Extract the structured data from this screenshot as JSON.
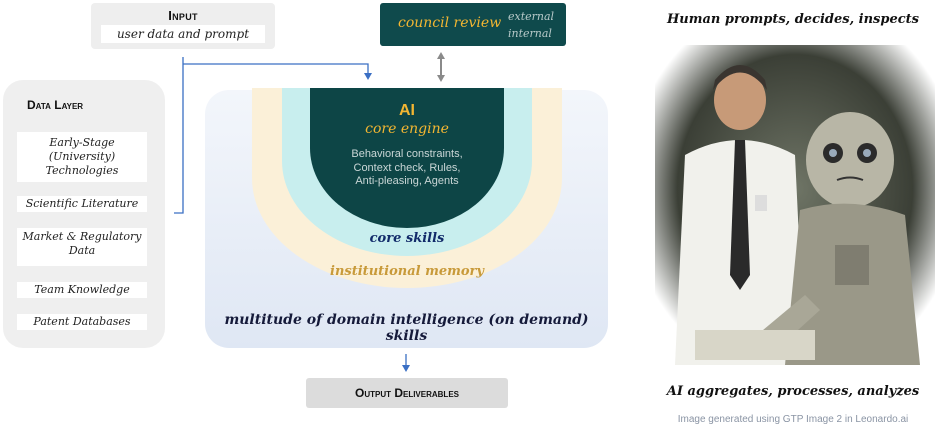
{
  "input": {
    "title": "Input",
    "subtitle": "user data and prompt"
  },
  "council": {
    "title": "council review",
    "external": "external",
    "internal": "internal"
  },
  "data_layer": {
    "title": "Data Layer",
    "items": [
      "Early-Stage (University) Technologies",
      "Scientific Literature",
      "Market & Regulatory Data",
      "Team Knowledge",
      "Patent Databases"
    ]
  },
  "core": {
    "ai": "AI",
    "engine": "core engine",
    "desc_lines": [
      "Behavioral constraints,",
      "Context check, Rules,",
      "Anti-pleasing, Agents"
    ]
  },
  "rings": {
    "skills": "core skills",
    "memory": "institutional memory"
  },
  "main_caption": "multitude of domain intelligence (on demand) skills",
  "output": "Output Deliverables",
  "right": {
    "top": "Human prompts, decides, inspects",
    "bottom": "AI aggregates, processes, analyzes",
    "credit": "Image generated using GTP Image 2 in Leonardo.ai"
  },
  "colors": {
    "teal_dark": "#0d4546",
    "gold": "#f2b632",
    "arrow_blue": "#3a6fc4"
  }
}
